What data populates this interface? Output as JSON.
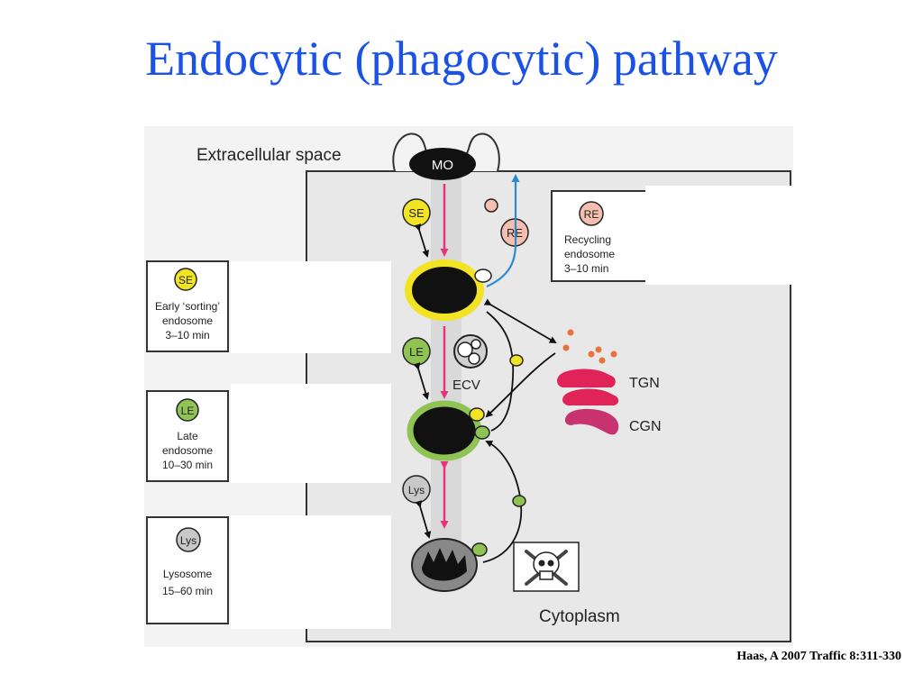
{
  "slide": {
    "title": "Endocytic (phagocytic) pathway",
    "citation": "Haas, A 2007 Traffic 8:311-330"
  },
  "figure": {
    "extracellular_label": "Extracellular space",
    "cytoplasm_label": "Cytoplasm",
    "mo_label": "MO",
    "ecv_label": "ECV",
    "tgn_label": "TGN",
    "cgn_label": "CGN",
    "badges": {
      "se": "SE",
      "le": "LE",
      "lys": "Lys",
      "re": "RE"
    },
    "legend": {
      "se": {
        "badge": "SE",
        "line1": "Early ‘sorting’",
        "line2": "endosome",
        "line3": "3–10 min"
      },
      "le": {
        "badge": "LE",
        "line1": "Late",
        "line2": "endosome",
        "line3": "10–30 min"
      },
      "lys": {
        "badge": "Lys",
        "line1": "Lysosome",
        "line2": "15–60 min"
      },
      "re": {
        "badge": "RE",
        "line1": "Recycling",
        "line2": "endosome",
        "line3": "3–10 min"
      }
    },
    "colors": {
      "se": "#f2e422",
      "le": "#8fc455",
      "lys": "#c8c8c8",
      "re": "#f4bfae",
      "pink_arrow": "#e8337c",
      "blue_arrow": "#2a8ad0",
      "cell_bg": "#e8e8e8",
      "tgn": "#e0245a",
      "cgn": "#c8326e",
      "vesicle": "#e8733a"
    }
  }
}
